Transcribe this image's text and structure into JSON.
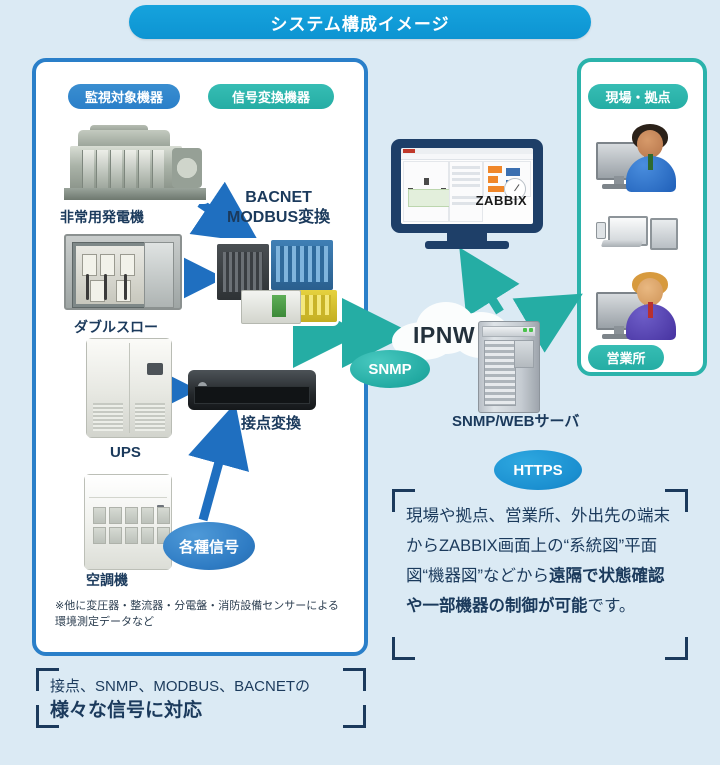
{
  "title": "システム構成イメージ",
  "panels": {
    "left": {
      "pill_monitored": "監視対象機器",
      "pill_converter": "信号変換機器"
    },
    "right": {
      "pill_site": "現場・拠点",
      "pill_office": "営業所"
    }
  },
  "equipment": [
    {
      "label": "非常用発電機",
      "icon": "generator-icon"
    },
    {
      "label": "ダブルスロー",
      "icon": "switchgear-cabinet-icon"
    },
    {
      "label": "UPS",
      "icon": "ups-cabinet-icon"
    },
    {
      "label": "空調機",
      "icon": "air-conditioner-icon"
    }
  ],
  "converters": [
    {
      "label": "BACNET\nMODBUS変換",
      "line1": "BACNET",
      "line2": "MODBUS変換",
      "icon": "plc-module-icon"
    },
    {
      "label": "接点変換",
      "icon": "contact-converter-icon"
    }
  ],
  "badges": {
    "snmp": "SNMP",
    "https": "HTTPS",
    "signals": "各種信号"
  },
  "network": {
    "cloud_label": "IPNW",
    "server_label": "SNMP/WEBサーバ",
    "monitor_brand": "ZABBIX"
  },
  "footnote": "※他に変圧器・整流器・分電盤・消防設備センサーによる環境測定データなど",
  "notes": {
    "right": {
      "part1": "現場や拠点、営業所、外出先の端末からZABBIX画面上の“系統図”平面図“機器図”などから",
      "bold1": "遠隔で状態確認や一部機器の制御が可能",
      "part2": "です。"
    },
    "bottom": {
      "line1": "接点、SNMP、MODBUS、BACNETの",
      "line2": "様々な信号に対応"
    }
  },
  "colors": {
    "background": "#dbeaf4",
    "title_banner": "#0d94d2",
    "panel_left_border": "#2a7fc9",
    "panel_right_border": "#2bb3ab",
    "arrow_blue": "#1f6fc0",
    "arrow_teal": "#25ada4",
    "text_dark": "#1b3a5c"
  }
}
